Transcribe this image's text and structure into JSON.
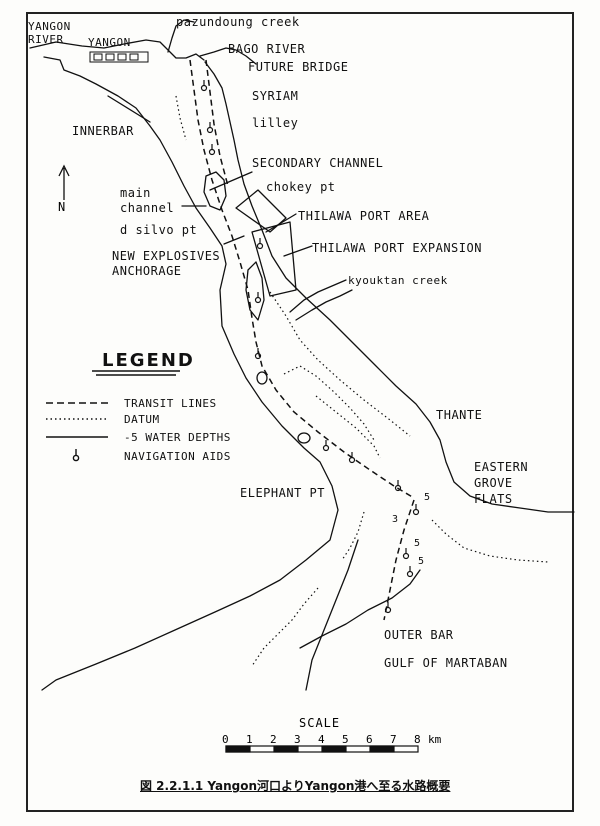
{
  "map": {
    "labels": {
      "yangon_river": "YANGON\nRIVER",
      "yangon": "YANGON",
      "pazundoung_creek": "pazundoung creek",
      "bago_river": "BAGO RIVER",
      "future_bridge": "FUTURE BRIDGE",
      "syriam": "SYRIAM",
      "lilley": "lilley",
      "innerbar": "INNERBAR",
      "secondary_channel": "SECONDARY CHANNEL",
      "chokey_pt": "chokey pt",
      "thilawa_port_area": "THILAWA PORT AREA",
      "main_channel": "main\nchannel",
      "d_silvo_pt": "d silvo pt",
      "thilawa_port_expansion": "THILAWA PORT EXPANSION",
      "new_explosives": "NEW EXPLOSIVES",
      "anchorage": "ANCHORAGE",
      "kyouktan_creek": "kyouktan creek",
      "thante": "THANTE",
      "eastern": "EASTERN",
      "grove": "GROVE",
      "flats": "FLATS",
      "elephant_pt": "ELEPHANT PT",
      "outer_bar": "OUTER BAR",
      "gulf_of_martaban": "GULF OF MARTABAN",
      "north": "N"
    },
    "depth_marks": [
      "5",
      "3",
      "5",
      "5"
    ]
  },
  "legend": {
    "title": "LEGEND",
    "items": [
      {
        "label": "TRANSIT LINES",
        "style": "dashed"
      },
      {
        "label": "DATUM",
        "style": "dotted"
      },
      {
        "label": "-5 WATER DEPTHS",
        "style": "solid"
      },
      {
        "label": "NAVIGATION AIDS",
        "style": "buoy"
      }
    ]
  },
  "scale": {
    "title": "SCALE",
    "ticks": [
      "0",
      "1",
      "2",
      "3",
      "4",
      "5",
      "6",
      "7",
      "8"
    ],
    "unit": "km"
  },
  "caption": "図 2.2.1.1 Yangon河口よりYangon港へ至る水路概要",
  "colors": {
    "ink": "#111111",
    "paper": "#fdfdfb"
  }
}
